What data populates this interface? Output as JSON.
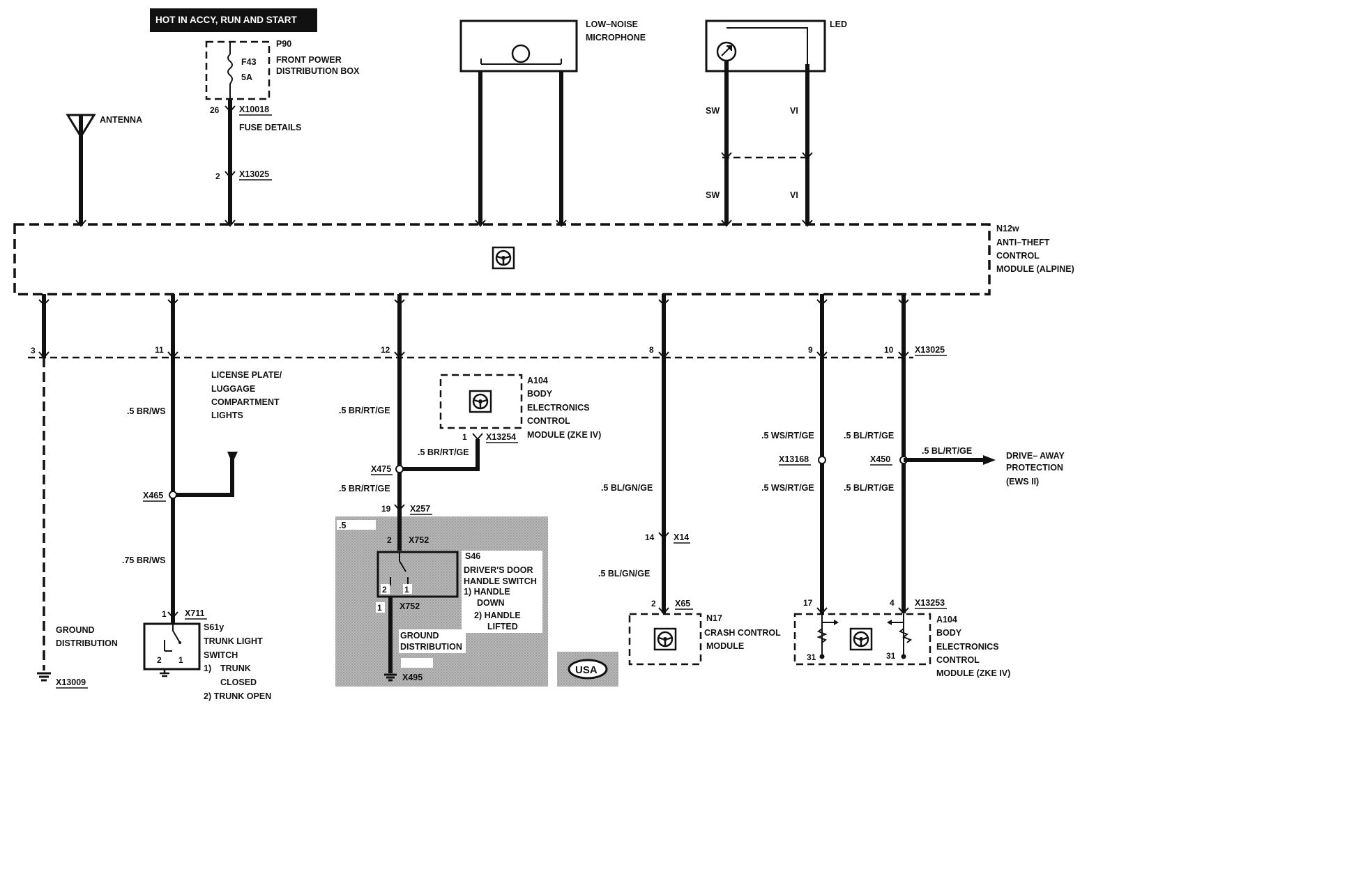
{
  "header": {
    "power_label": "HOT IN ACCY, RUN AND START"
  },
  "fuse": {
    "id": "F43",
    "rating": "5A",
    "box_id": "P90",
    "box_name_1": "FRONT POWER",
    "box_name_2": "DISTRIBUTION BOX",
    "pin_top": "26",
    "conn_top": "X10018",
    "details": "FUSE DETAILS",
    "pin_bottom": "2",
    "conn_bottom": "X13025"
  },
  "antenna": {
    "label": "ANTENNA"
  },
  "microphone": {
    "label_1": "LOW–NOISE",
    "label_2": "MICROPHONE"
  },
  "led": {
    "label": "LED",
    "wire_left_top": "SW",
    "wire_right_top": "VI",
    "wire_left_bottom": "SW",
    "wire_right_bottom": "VI"
  },
  "module": {
    "id": "N12w",
    "name_1": "ANTI–THEFT",
    "name_2": "CONTROL",
    "name_3": "MODULE (ALPINE)"
  },
  "bottom_connector": {
    "pins": [
      "3",
      "11",
      "12",
      "8",
      "9",
      "10"
    ],
    "conn": "X13025"
  },
  "ground_left": {
    "label_1": "GROUND",
    "label_2": "DISTRIBUTION",
    "conn": "X13009"
  },
  "trunk_circuit": {
    "lights_1": "LICENSE PLATE/",
    "lights_2": "LUGGAGE",
    "lights_3": "COMPARTMENT",
    "lights_4": "LIGHTS",
    "wire_top": ".5 BR/WS",
    "splice": "X465",
    "wire_bottom": ".75 BR/WS",
    "pin": "1",
    "conn": "X711",
    "switch_id": "S61y",
    "switch_name_1": "TRUNK LIGHT",
    "switch_name_2": "SWITCH",
    "state_1_num": "1)",
    "state_1_a": "TRUNK",
    "state_1_b": "CLOSED",
    "state_2": "2)  TRUNK OPEN",
    "sw_pin_2": "2",
    "sw_pin_1": "1"
  },
  "door_circuit": {
    "wire_top": ".5 BR/RT/GE",
    "splice": "X475",
    "branch_wire": ".5 BR/RT/GE",
    "wire_mid": ".5 BR/RT/GE",
    "pin_19": "19",
    "conn_257": "X257",
    "inset_size": ".5",
    "pin_2": "2",
    "conn_752_top": "X752",
    "switch_id": "S46",
    "switch_name_1": "DRIVER'S DOOR",
    "switch_name_2": "HANDLE SWITCH",
    "state_1_a": "1) HANDLE",
    "state_1_b": "DOWN",
    "state_2_a": "2) HANDLE",
    "state_2_b": "LIFTED",
    "sw_pin_2": "2",
    "sw_pin_1": "1",
    "pin_1": "1",
    "conn_752_bottom": "X752",
    "ground_1": "GROUND",
    "ground_2": "DISTRIBUTION",
    "conn_495": "X495"
  },
  "zke_top": {
    "id": "A104",
    "name_1": "BODY",
    "name_2": "ELECTRONICS",
    "name_3": "CONTROL",
    "name_4": "MODULE (ZKE IV)",
    "pin": "1",
    "conn": "X13254"
  },
  "crash_circuit": {
    "wire_top": ".5 BL/GN/GE",
    "pin_14": "14",
    "conn_14": "X14",
    "wire_bottom": ".5 BL/GN/GE",
    "pin_2": "2",
    "conn_65": "X65",
    "id": "N17",
    "name_1": "CRASH CONTROL",
    "name_2": "MODULE"
  },
  "right_circuit": {
    "wire_ws_top": ".5 WS/RT/GE",
    "splice_ws": "X13168",
    "wire_ws_bottom": ".5 WS/RT/GE",
    "wire_bl_top": ".5 BL/RT/GE",
    "splice_bl": "X450",
    "wire_bl_bottom": ".5 BL/RT/GE",
    "branch_wire": ".5 BL/RT/GE",
    "ews_1": "DRIVE– AWAY",
    "ews_2": "PROTECTION",
    "ews_3": "(EWS II)",
    "pin_17": "17",
    "pin_4": "4",
    "conn": "X13253",
    "pin_31a": "31",
    "pin_31b": "31"
  },
  "zke_bottom": {
    "id": "A104",
    "name_1": "BODY",
    "name_2": "ELECTRONICS",
    "name_3": "CONTROL",
    "name_4": "MODULE (ZKE IV)"
  },
  "badge": {
    "text": "USA"
  }
}
